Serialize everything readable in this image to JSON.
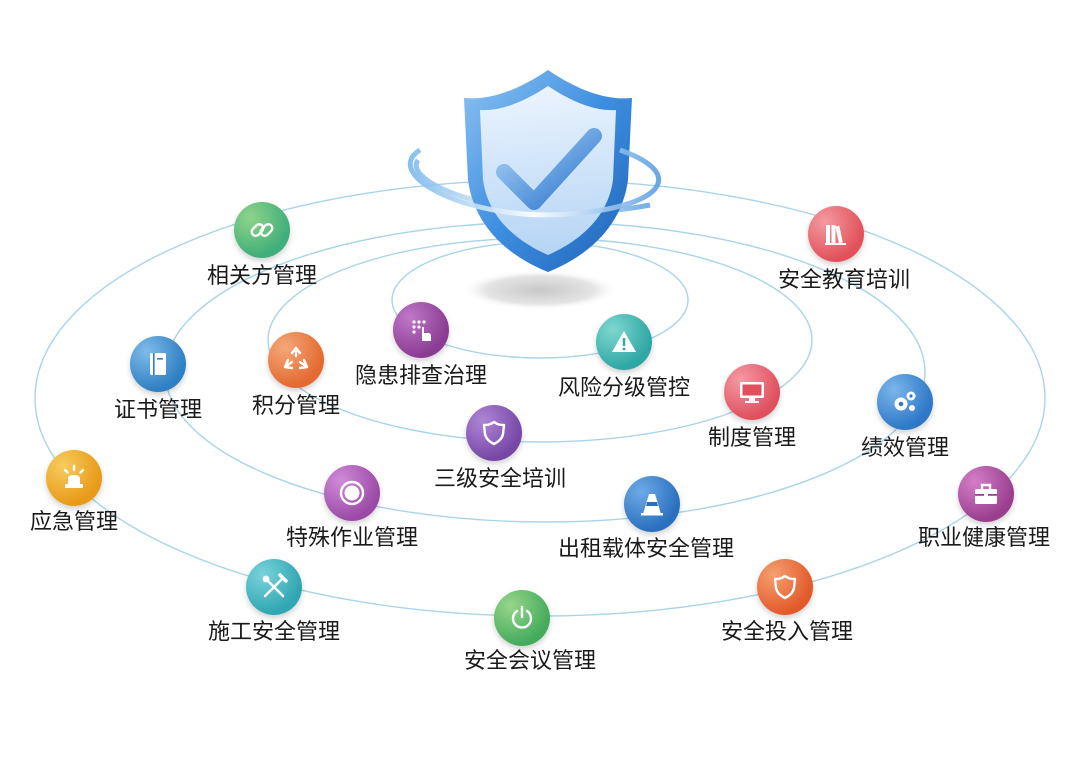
{
  "nodes": [
    {
      "id": "xiangguanfang",
      "label": "相关方管理",
      "icon": "link-icon",
      "color": "#3fae7a",
      "color2": "#8fd48a"
    },
    {
      "id": "anquanjiaoyu",
      "label": "安全教育培训",
      "icon": "books-icon",
      "color": "#e2515a",
      "color2": "#f39aa0"
    },
    {
      "id": "yinhuan",
      "label": "隐患排查治理",
      "icon": "keypad-hand-icon",
      "color": "#8a3c92",
      "color2": "#c078c8"
    },
    {
      "id": "fengxian",
      "label": "风险分级管控",
      "icon": "warning-icon",
      "color": "#2fa7a5",
      "color2": "#7fd7cf"
    },
    {
      "id": "zhengshu",
      "label": "证书管理",
      "icon": "notebook-icon",
      "color": "#2e7fc4",
      "color2": "#7fbbe8"
    },
    {
      "id": "jifen",
      "label": "积分管理",
      "icon": "recycle-icon",
      "color": "#e36a30",
      "color2": "#f4a87a"
    },
    {
      "id": "zhidu",
      "label": "制度管理",
      "icon": "monitor-icon",
      "color": "#e0505f",
      "color2": "#f49aa4"
    },
    {
      "id": "jixiao",
      "label": "绩效管理",
      "icon": "gears-icon",
      "color": "#2e78c8",
      "color2": "#7ab6ea"
    },
    {
      "id": "sanji",
      "label": "三级安全培训",
      "icon": "shield-icon",
      "color": "#7747a6",
      "color2": "#ae86d6"
    },
    {
      "id": "yingji",
      "label": "应急管理",
      "icon": "siren-icon",
      "color": "#e89a18",
      "color2": "#f7cc5e"
    },
    {
      "id": "teshu",
      "label": "特殊作业管理",
      "icon": "ring-icon",
      "color": "#9a4aa6",
      "color2": "#d08cd8"
    },
    {
      "id": "chuzu",
      "label": "出租载体安全管理",
      "icon": "cone-icon",
      "color": "#2a70bf",
      "color2": "#6eaae6"
    },
    {
      "id": "zhiye",
      "label": "职业健康管理",
      "icon": "toolbox-icon",
      "color": "#9a3f8e",
      "color2": "#d37ec8"
    },
    {
      "id": "shigong",
      "label": "施工安全管理",
      "icon": "tools-icon",
      "color": "#2fa6b2",
      "color2": "#7ad3da"
    },
    {
      "id": "huiyi",
      "label": "安全会议管理",
      "icon": "power-icon",
      "color": "#45ab5c",
      "color2": "#97d68a"
    },
    {
      "id": "touru",
      "label": "安全投入管理",
      "icon": "shield-icon",
      "color": "#e25a2a",
      "color2": "#f5a070"
    }
  ],
  "colors": {
    "orbit": "#a9d4e8",
    "shield_blue": "#2f7fd3",
    "shield_light": "#cfe6fb",
    "label_text": "#1a1a1a"
  }
}
